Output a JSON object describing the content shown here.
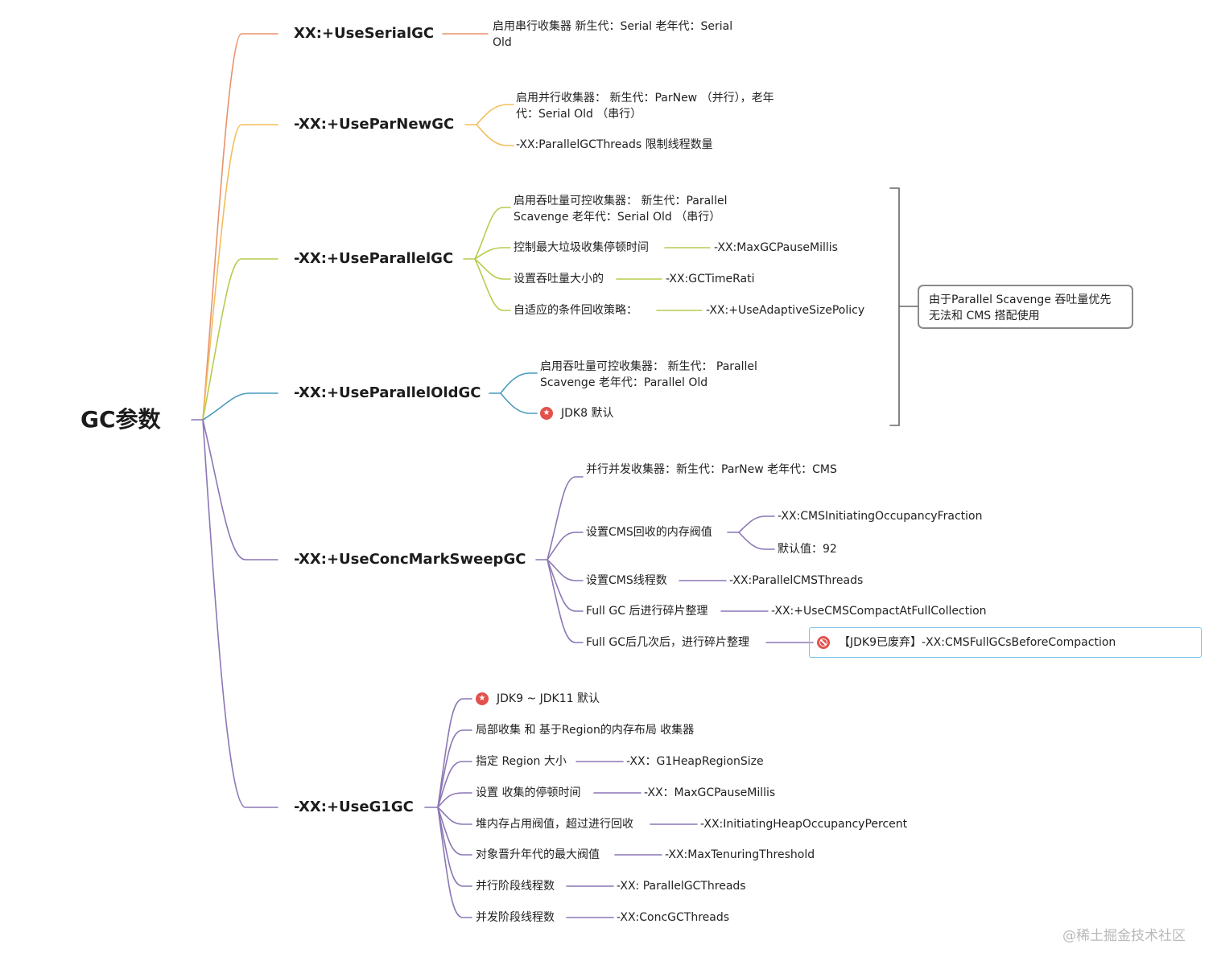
{
  "root": "GC参数",
  "colors": {
    "serial": "#e8926e",
    "parnew": "#f2bd5a",
    "parallel": "#b7cc4d",
    "parallelold": "#4a9cbd",
    "purple": "#8c77b5",
    "star": "#e2514c",
    "box_border": "#8a8a8a",
    "deprecated_border": "#7fc4e6"
  },
  "icons": {
    "star": "star-icon",
    "deprecated": "prohibited-icon"
  },
  "serial": {
    "label": "XX:+UseSerialGC",
    "desc": "启用串行收集器 新生代：Serial 老年代：Serial Old"
  },
  "parnew": {
    "label": "-XX:+UseParNewGC",
    "desc": "启用并行收集器： 新生代：ParNew （并行），老年代：Serial Old （串行）",
    "threads": "-XX:ParallelGCThreads 限制线程数量"
  },
  "parallel": {
    "label": "-XX:+UseParallelGC",
    "desc": "启用吞吐量可控收集器： 新生代：Parallel Scavenge 老年代：Serial Old （串行）",
    "items": [
      {
        "label": "控制最大垃圾收集停顿时间",
        "value": "-XX:MaxGCPauseMillis"
      },
      {
        "label": "设置吞吐量大小的",
        "value": "-XX:GCTimeRati"
      },
      {
        "label": "自适应的条件回收策略：",
        "value": "-XX:+UseAdaptiveSizePolicy"
      }
    ]
  },
  "parallelold": {
    "label": "-XX:+UseParallelOldGC",
    "desc": "启用吞吐量可控收集器： 新生代： Parallel Scavenge 老年代：Parallel Old",
    "default": "JDK8 默认"
  },
  "note": "由于Parallel Scavenge 吞吐量优先 无法和 CMS 搭配使用",
  "cms": {
    "label": "-XX:+UseConcMarkSweepGC",
    "desc": "并行并发收集器：新生代：ParNew 老年代：CMS",
    "threshold_label": "设置CMS回收的内存阀值",
    "threshold_param": "-XX:CMSInitiatingOccupancyFraction",
    "threshold_default": "默认值：92",
    "items": [
      {
        "label": "设置CMS线程数",
        "value": "-XX:ParallelCMSThreads"
      },
      {
        "label": "Full GC 后进行碎片整理",
        "value": "-XX:+UseCMSCompactAtFullCollection"
      },
      {
        "label": "Full GC后几次后，进行碎片整理",
        "value": "【JDK9已废弃】-XX:CMSFullGCsBeforeCompaction"
      }
    ]
  },
  "g1": {
    "label": "-XX:+UseG1GC",
    "default": "JDK9 ~ JDK11 默认",
    "desc": "局部收集 和 基于Region的内存布局 收集器",
    "items": [
      {
        "label": "指定 Region 大小",
        "value": "-XX：G1HeapRegionSize"
      },
      {
        "label": "设置 收集的停顿时间",
        "value": "-XX：MaxGCPauseMillis"
      },
      {
        "label": "堆内存占用阀值，超过进行回收",
        "value": "-XX:InitiatingHeapOccupancyPercent"
      },
      {
        "label": "对象晋升年代的最大阀值",
        "value": "-XX:MaxTenuringThreshold"
      },
      {
        "label": "并行阶段线程数",
        "value": "-XX: ParallelGCThreads"
      },
      {
        "label": "并发阶段线程数",
        "value": "-XX:ConcGCThreads"
      }
    ]
  },
  "watermark": "@稀土掘金技术社区"
}
